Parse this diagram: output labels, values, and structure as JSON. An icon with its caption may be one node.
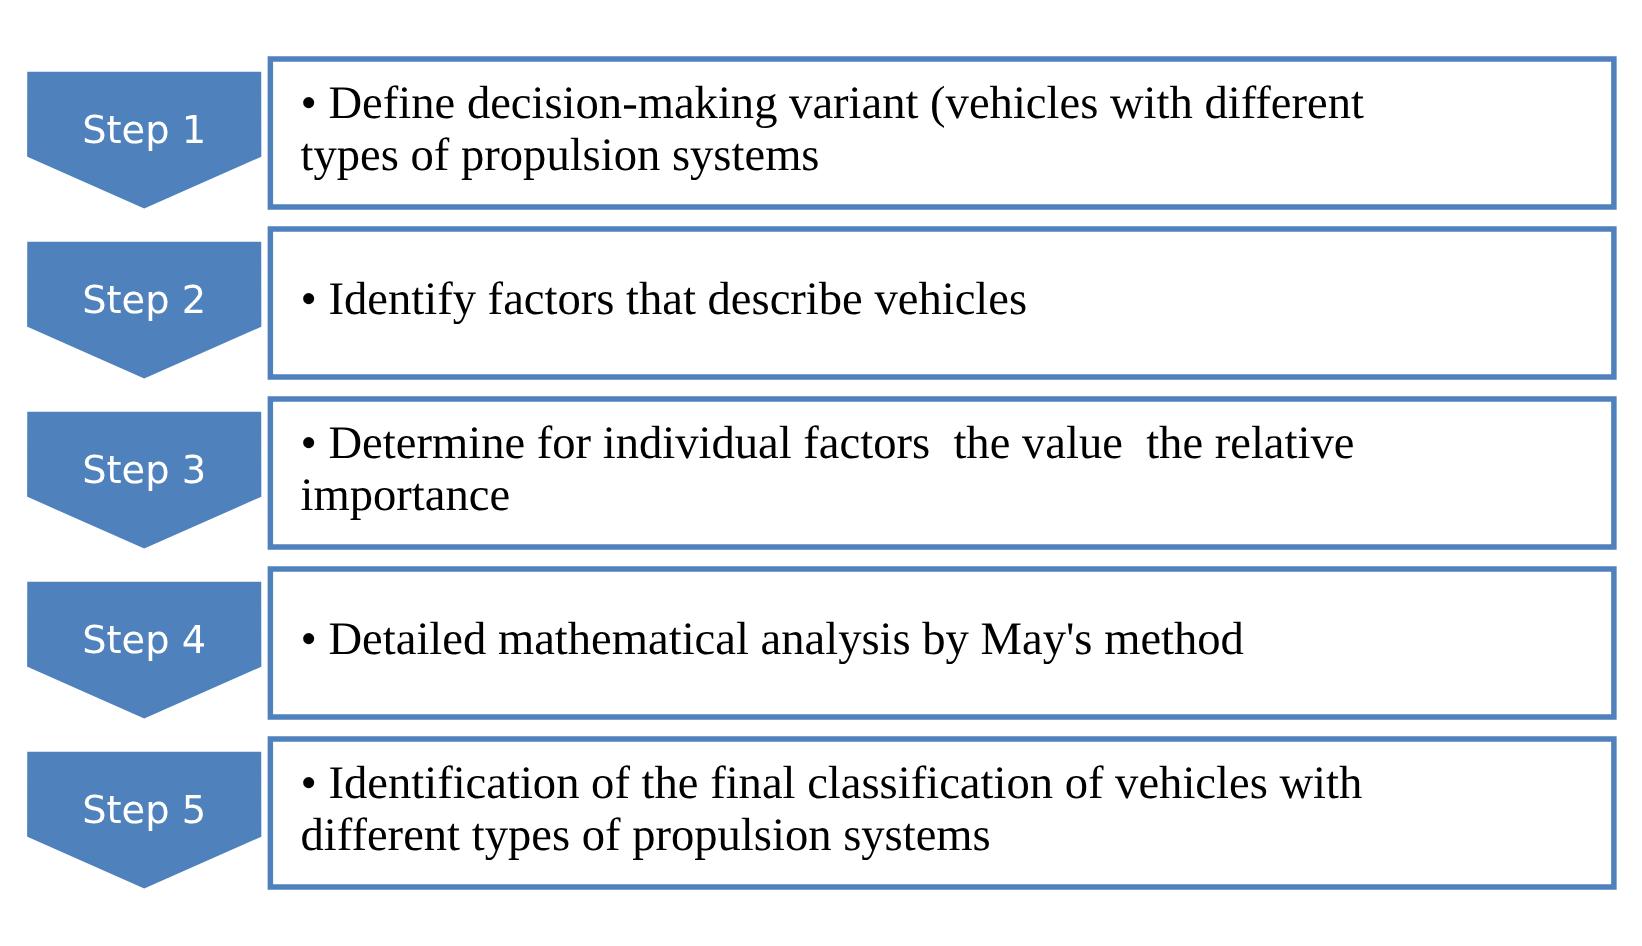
{
  "diagram": {
    "nodes": [
      {
        "text": [
          "Step 1"
        ]
      },
      {
        "text": [
          "• Define decision-making variant (vehicles with different types of propulsion systems"
        ]
      },
      {
        "text": [
          "Step 2"
        ]
      },
      {
        "text": [
          "• Identify factors that describe vehicles"
        ]
      },
      {
        "text": [
          "Step 3"
        ]
      },
      {
        "text": [
          "• Determine for individual factors  the value  the relative importance"
        ]
      },
      {
        "text": [
          "Step 4"
        ]
      },
      {
        "text": [
          "• Detailed mathematical analysis by May's method"
        ]
      },
      {
        "text": [
          "Step 5"
        ]
      },
      {
        "text": [
          "• Identification of the final classification of vehicles with different types of propulsion systems"
        ]
      }
    ],
    "edges": []
  }
}
